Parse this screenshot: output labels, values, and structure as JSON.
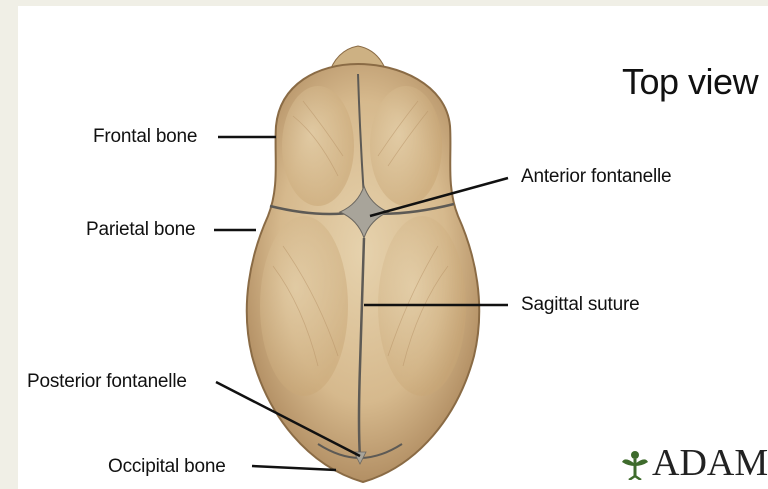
{
  "title": "Top view",
  "labels": {
    "frontal_bone": "Frontal bone",
    "parietal_bone": "Parietal bone",
    "posterior_fontanelle": "Posterior fontanelle",
    "occipital_bone": "Occipital bone",
    "anterior_fontanelle": "Anterior fontanelle",
    "sagittal_suture": "Sagittal suture"
  },
  "logo": {
    "text": "ADAM",
    "icon": "leaf-figure-icon"
  },
  "colors": {
    "bone": "#d9bf95",
    "bone_shadow": "#b39066",
    "suture": "#5d5a55",
    "fontanelle": "#a8a49a",
    "background": "#f0efe6"
  }
}
